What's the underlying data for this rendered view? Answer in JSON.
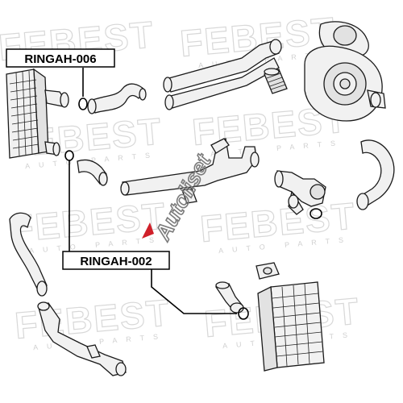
{
  "callouts": [
    {
      "label": "RINGAH-006"
    },
    {
      "label": "RINGAH-002"
    }
  ],
  "watermark": {
    "brand_main": "FEBEST",
    "brand_sub": "AUTO PARTS",
    "reseller_logo": "Autoliset"
  },
  "colors": {
    "callout_border": "#000000",
    "reseller_logo": "#7b7b7b",
    "reseller_accent": "#d0202a",
    "watermark": "#d8d8d8"
  }
}
